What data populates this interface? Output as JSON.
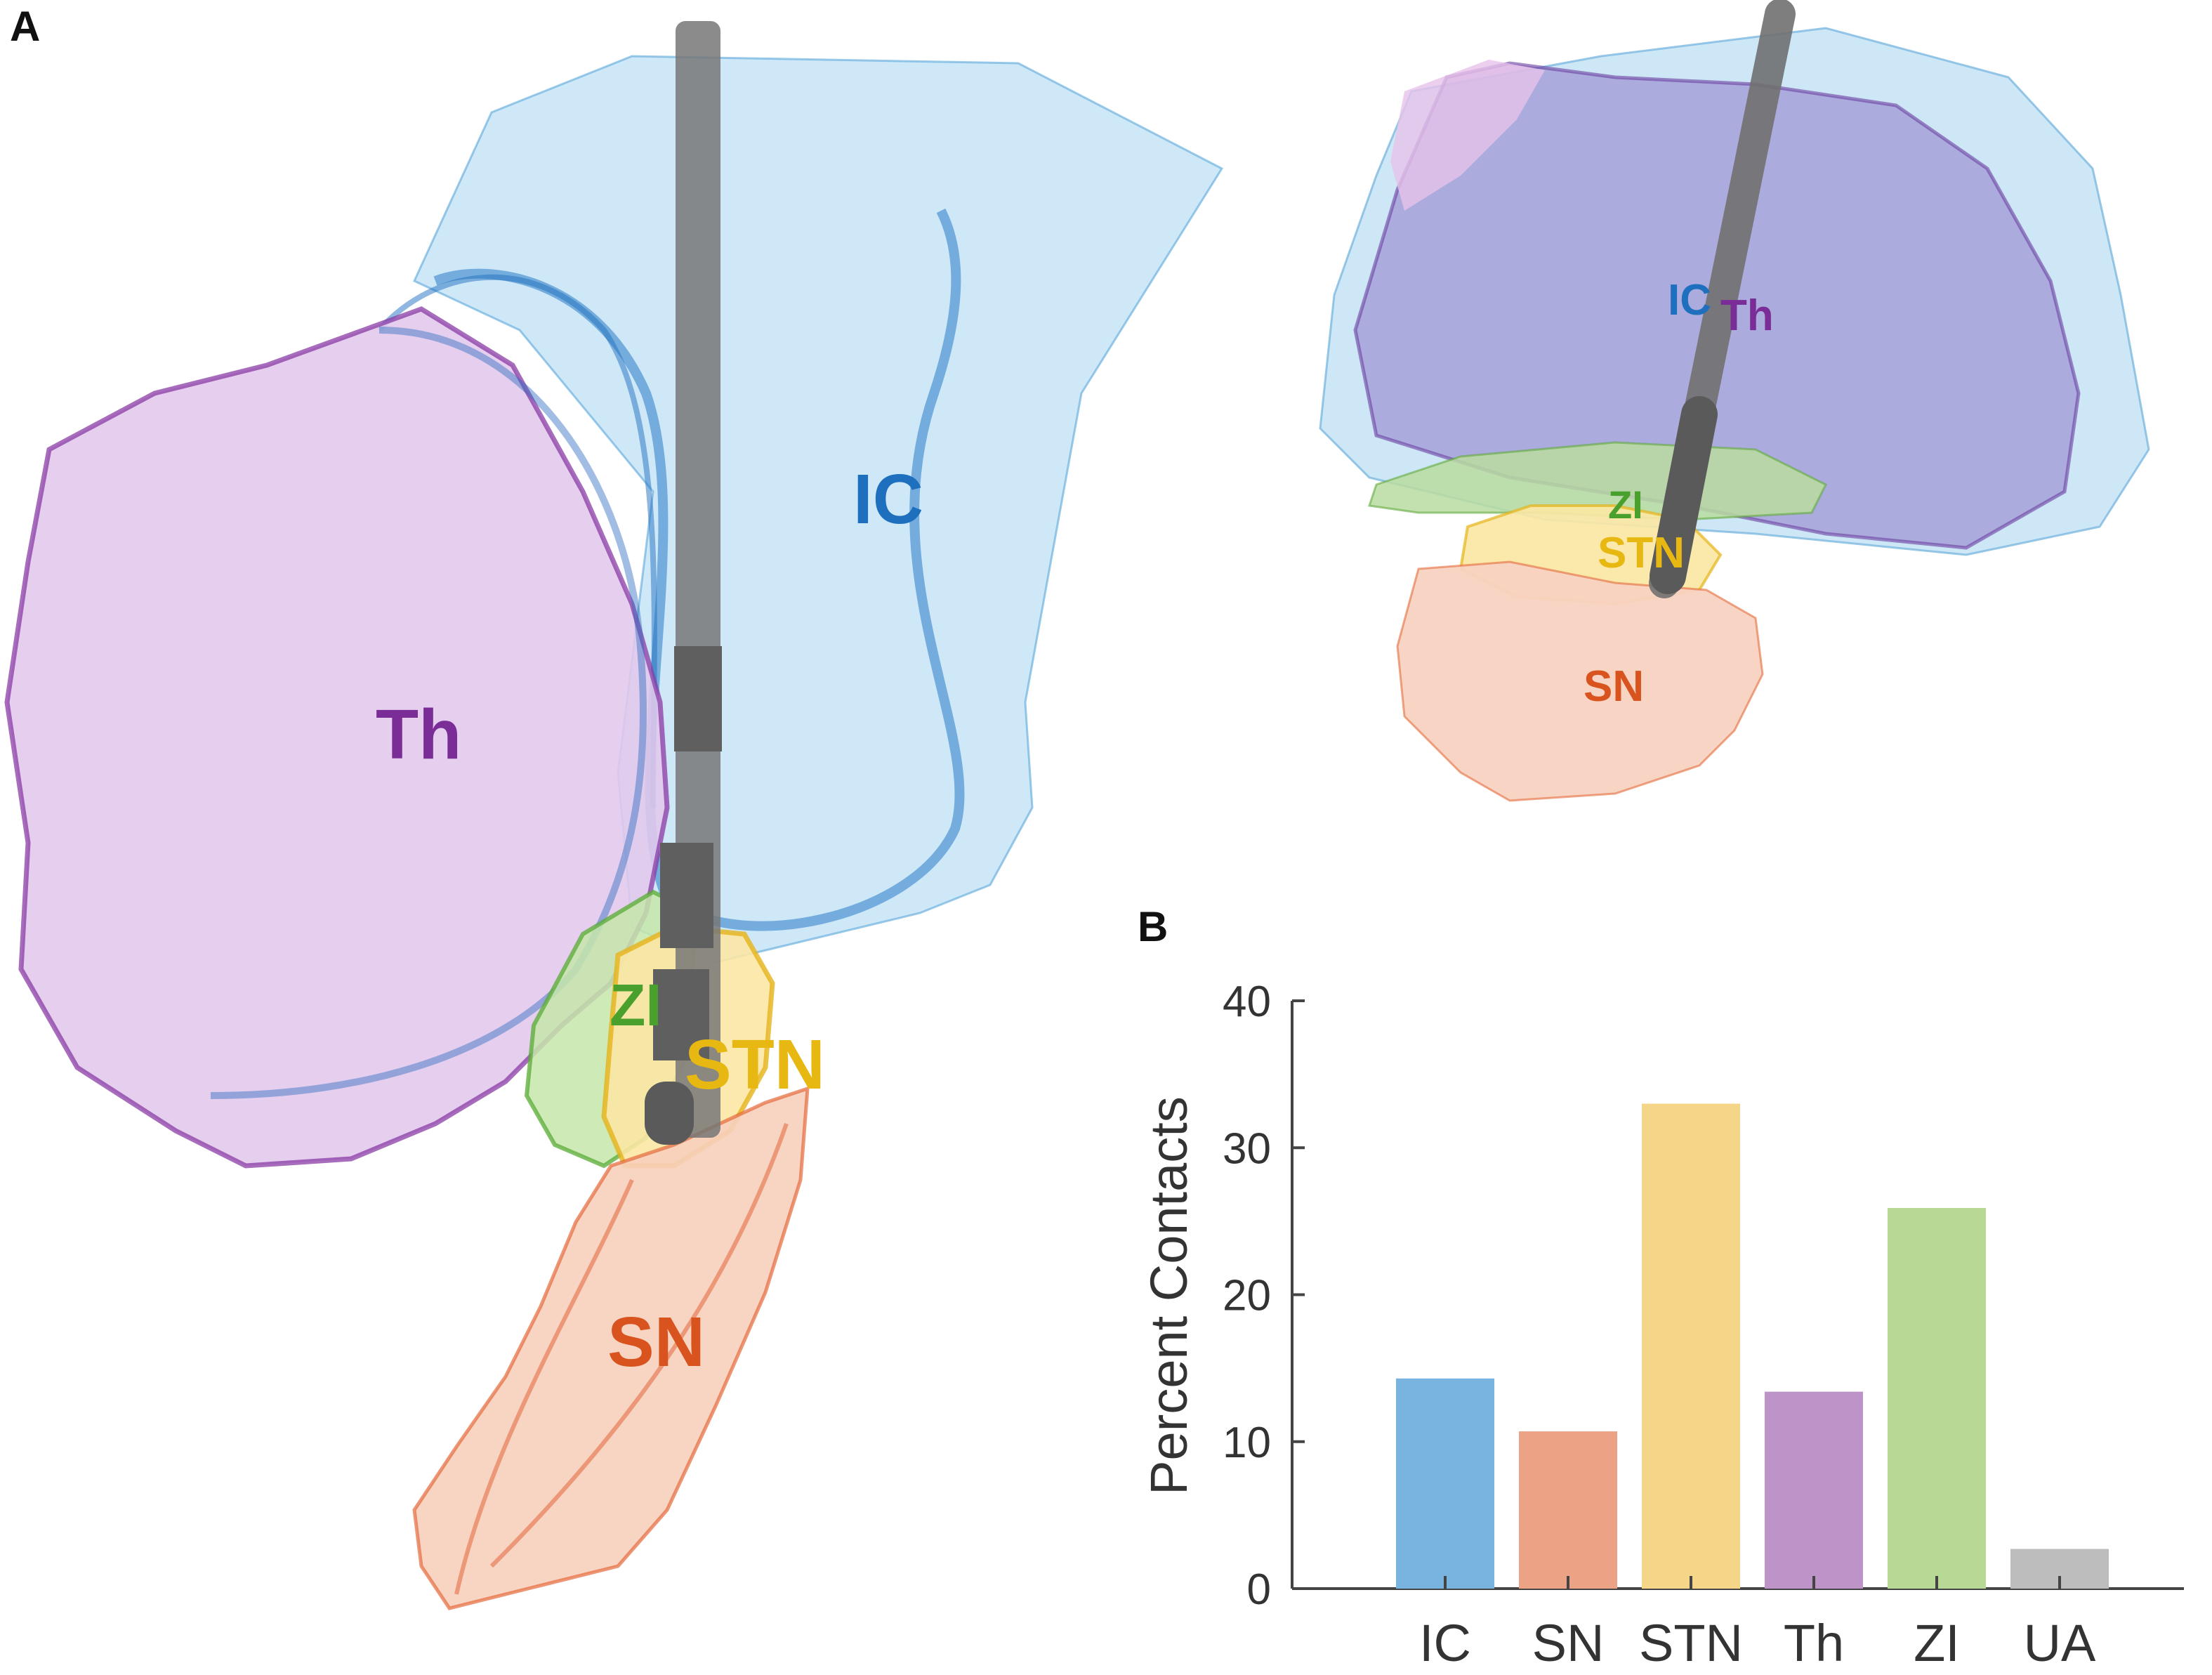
{
  "panel_a": {
    "letter": "A",
    "left_view": {
      "labels": [
        {
          "key": "IC",
          "text": "IC",
          "color": "#1f6fbf"
        },
        {
          "key": "Th",
          "text": "Th",
          "color": "#7a2d96"
        },
        {
          "key": "ZI",
          "text": "ZI",
          "color": "#4aa02c"
        },
        {
          "key": "STN",
          "text": "STN",
          "color": "#e8b812"
        },
        {
          "key": "SN",
          "text": "SN",
          "color": "#d9531e"
        }
      ]
    },
    "right_view": {
      "labels": [
        {
          "key": "IC",
          "text": "IC",
          "color": "#1f6fbf"
        },
        {
          "key": "Th",
          "text": "Th",
          "color": "#7a2d96"
        },
        {
          "key": "ZI",
          "text": "ZI",
          "color": "#4aa02c"
        },
        {
          "key": "STN",
          "text": "STN",
          "color": "#e8b812"
        },
        {
          "key": "SN",
          "text": "SN",
          "color": "#d9531e"
        }
      ]
    }
  },
  "panel_b": {
    "letter": "B"
  },
  "colors": {
    "IC": "#79b4e0",
    "SN": "#eba285",
    "STN": "#f5d688",
    "Th": "#bd93c8",
    "ZI": "#b8d895",
    "UA": "#bdbdbd"
  },
  "chart_data": {
    "type": "bar",
    "categories": [
      "IC",
      "SN",
      "STN",
      "Th",
      "ZI",
      "UA"
    ],
    "values": [
      14.3,
      10.7,
      33.0,
      13.4,
      25.9,
      2.7
    ],
    "title": "",
    "xlabel": "",
    "ylabel": "Percent Contacts",
    "ylim": [
      0,
      40
    ],
    "yticks": [
      0,
      10,
      20,
      30,
      40
    ],
    "grid": false,
    "legend": "none"
  }
}
